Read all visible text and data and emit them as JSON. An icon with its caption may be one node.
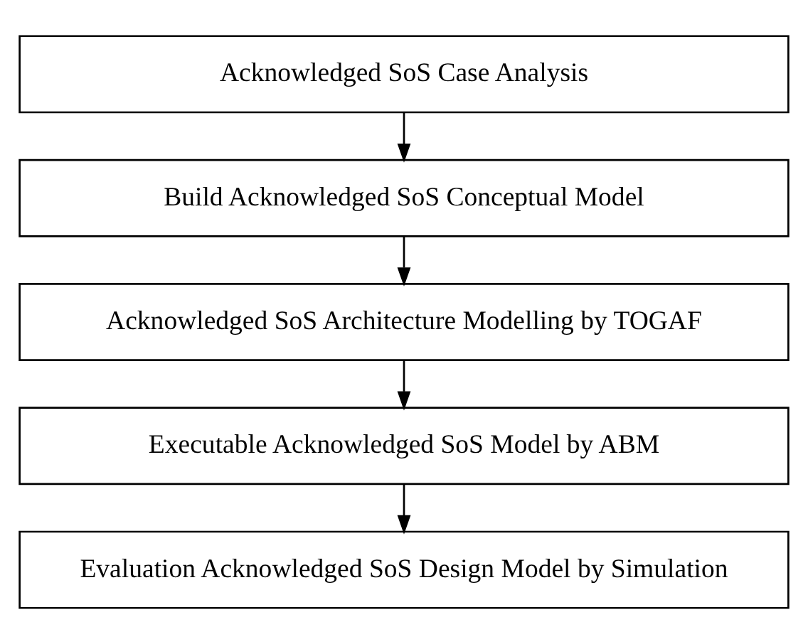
{
  "diagram": {
    "nodes": [
      {
        "text": [
          "Acknowledged SoS Case Analysis"
        ]
      },
      {
        "text": [
          "Build Acknowledged SoS Conceptual Model"
        ]
      },
      {
        "text": [
          "Acknowledged SoS Architecture Modelling by TOGAF"
        ]
      },
      {
        "text": [
          "Executable Acknowledged SoS Model by ABM"
        ]
      },
      {
        "text": [
          "Evaluation Acknowledged SoS Design Model by Simulation"
        ]
      }
    ],
    "edges": [
      {
        "from": 0,
        "to": 1,
        "arrow": "to"
      },
      {
        "from": 1,
        "to": 2,
        "arrow": "to"
      },
      {
        "from": 2,
        "to": 3,
        "arrow": "to"
      },
      {
        "from": 3,
        "to": 4,
        "arrow": "to"
      }
    ]
  }
}
